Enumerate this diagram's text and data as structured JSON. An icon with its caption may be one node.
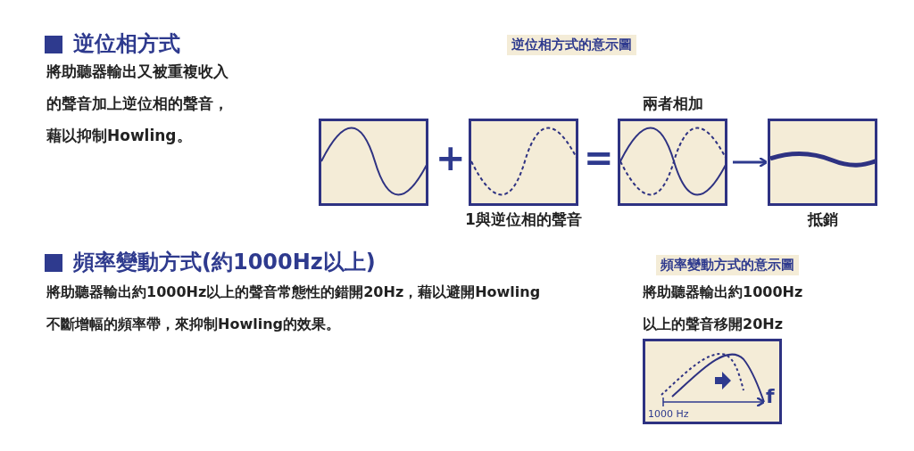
{
  "diagram": {
    "nodes": [
      {
        "text": [],
        "shape": "picture"
      },
      {
        "text": [],
        "shape": "picture",
        "beside": [
          "1與逆位相的聲音"
        ]
      },
      {
        "text": [],
        "shape": "picture",
        "beside": [
          "兩者相加"
        ]
      },
      {
        "text": [],
        "shape": "picture",
        "beside": [
          "抵銷"
        ]
      },
      {
        "text": [],
        "shape": "picture"
      }
    ],
    "edges": [
      {
        "from": 2,
        "to": 3,
        "arrow": "to"
      }
    ],
    "labels": [
      "逆位相方式",
      "將助聽器輸出又被重複收入的聲音加上逆位相的聲音，藉以抑制Howling。",
      "逆位相方式的意示圖",
      "+",
      "=",
      "頻率變動方式(約1000Hz以上)",
      "將助聽器輸出約1000Hz以上的聲音常態性的錯開20Hz，藉以避開Howling不斷增幅的頻率帶，來抑制Howling的效果。",
      "頻率變動方式的意示圖",
      "將助聽器輸出約1000Hz以上的聲音移開20Hz",
      "1000 Hz",
      "f"
    ]
  }
}
